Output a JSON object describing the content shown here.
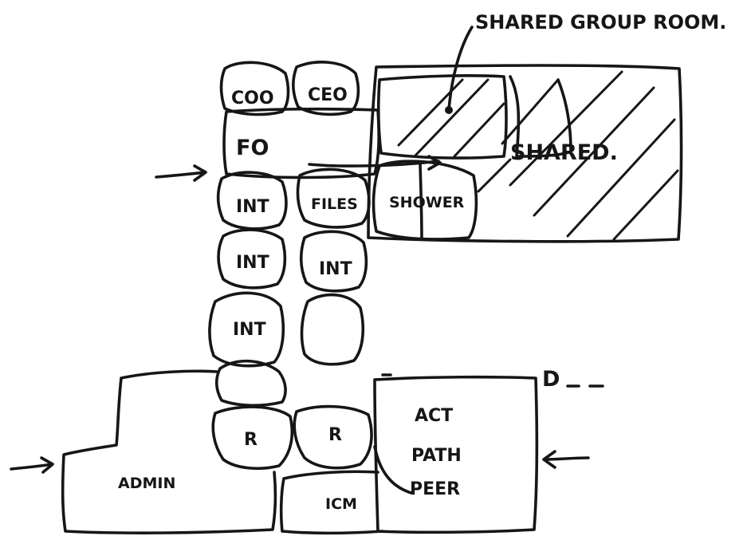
{
  "annotation": "SHARED GROUP ROOM.",
  "rooms": {
    "coo": "COO",
    "ceo": "CEO",
    "fo": "FO",
    "int_1": "INT",
    "files": "FILES",
    "shower": "SHOWER",
    "shared": "SHARED.",
    "int_2": "INT",
    "int_3": "INT",
    "int_4": "INT",
    "r_left": "R",
    "r_right": "R",
    "admin": "ADMIN",
    "icm": "ICM",
    "act": "ACT",
    "path": "PATH",
    "peer": "PEER",
    "marker": "D"
  },
  "ink_color": "#161616"
}
